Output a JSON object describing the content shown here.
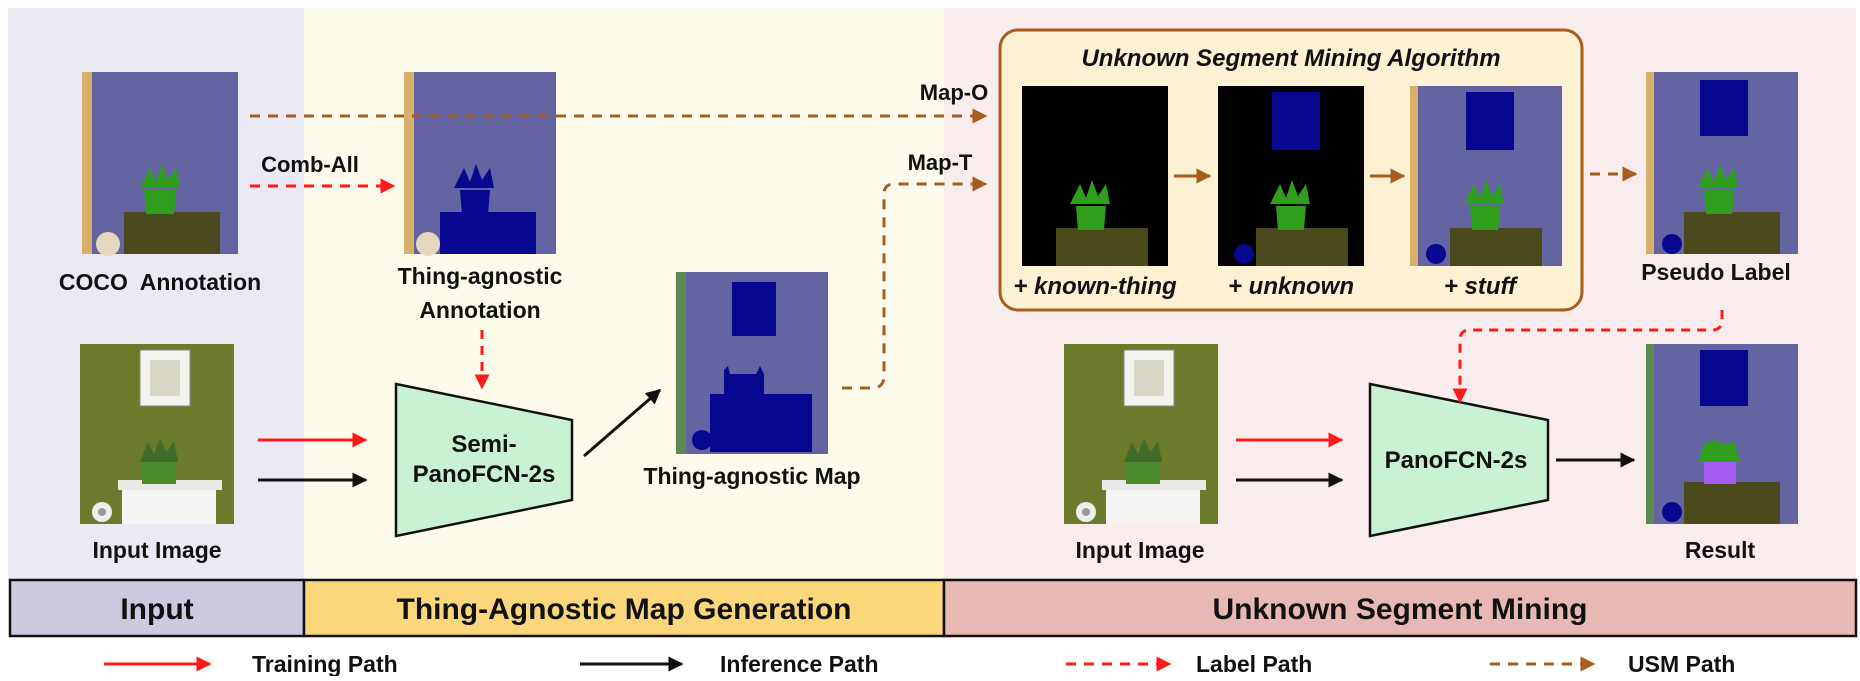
{
  "sections": {
    "input": "Input",
    "generation": "Thing-Agnostic Map Generation",
    "mining": "Unknown Segment Mining"
  },
  "labels": {
    "coco_annotation": "COCO  Annotation",
    "thing_agnostic_annotation_l1": "Thing-agnostic",
    "thing_agnostic_annotation_l2": "Annotation",
    "thing_agnostic_map": "Thing-agnostic Map",
    "input_image_left": "Input Image",
    "input_image_right": "Input Image",
    "pseudo_label": "Pseudo Label",
    "result": "Result",
    "comb_all": "Comb-All",
    "map_o": "Map-O",
    "map_t": "Map-T"
  },
  "networks": {
    "semi_l1": "Semi-",
    "semi_l2": "PanoFCN-2s",
    "panofcn": "PanoFCN-2s"
  },
  "usm": {
    "title": "Unknown Segment Mining Algorithm",
    "step1": "+ known-thing",
    "step2": "+ unknown",
    "step3": "+ stuff"
  },
  "legend": {
    "training": "Training Path",
    "inference": "Inference Path",
    "label": "Label Path",
    "usm": "USM Path"
  },
  "colors": {
    "input_bg": "#ebe9f3",
    "generation_bg": "#fdfbeb",
    "mining_bg": "#f9eced",
    "input_bar": "#cfc9e0",
    "generation_bar": "#f9d77a",
    "mining_bar": "#e8b8b4",
    "network_fill": "#c9f2d5",
    "usm_box_fill": "#fdf1d3",
    "usm_box_border": "#a65d1e",
    "training": "#ff1a1a",
    "inference": "#111111",
    "label": "#ff1a1a",
    "usm": "#a65d1e",
    "seg_background": "#6564a3",
    "seg_thing": "#08078f",
    "seg_plant": "#2f9e1c",
    "seg_table": "#4b4a1d",
    "seg_wall_strip": "#d7b06b"
  }
}
